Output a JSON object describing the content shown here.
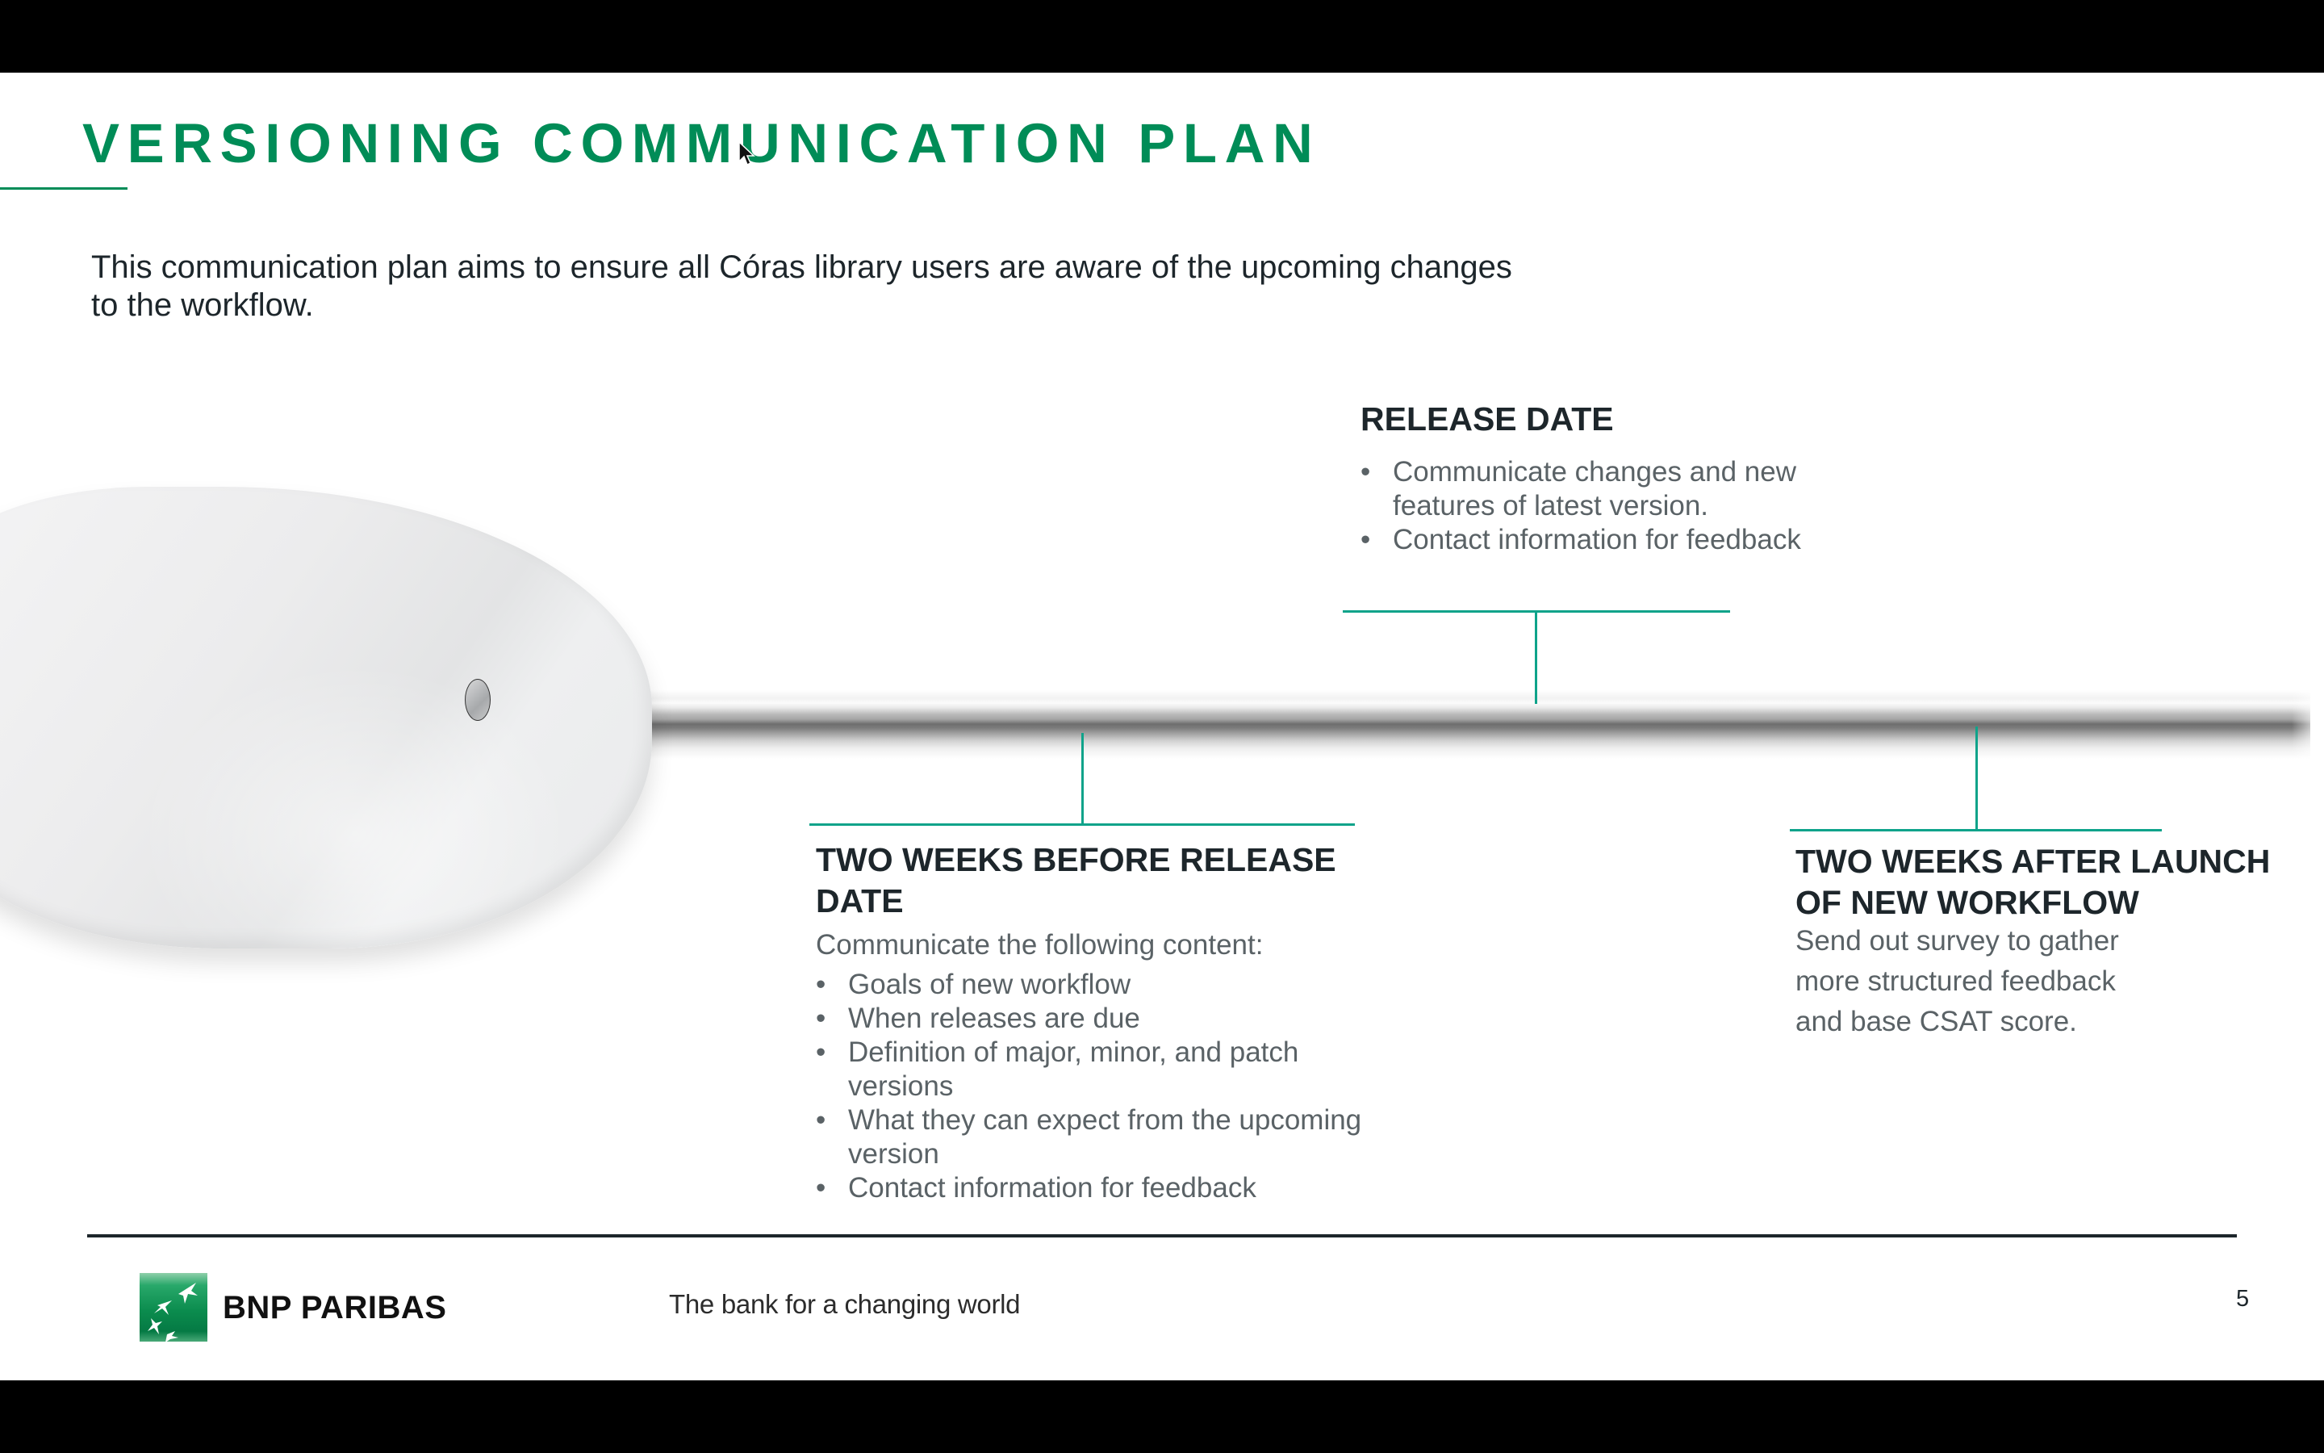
{
  "slide": {
    "title": "VERSIONING COMMUNICATION PLAN",
    "intro": "This communication plan aims to ensure all Córas library users are aware of the upcoming changes to the workflow.",
    "colors": {
      "title_green": "#008c57",
      "connector_teal": "#0ea38a",
      "heading_dark": "#1d262b",
      "body_grey": "#5a6266"
    },
    "timeline": {
      "image": "mouse-with-cable-illustration",
      "milestones": [
        {
          "id": "two-weeks-before",
          "heading_lines": [
            "TWO WEEKS BEFORE RELEASE",
            "DATE"
          ],
          "intro": "Communicate the following content:",
          "bullets": [
            "Goals of new workflow",
            "When releases are due",
            "Definition of major, minor, and patch versions",
            "What they can expect from the upcoming version",
            "Contact information for feedback"
          ]
        },
        {
          "id": "release-date",
          "heading": "RELEASE DATE",
          "bullets": [
            "Communicate changes and new features of latest version.",
            "Contact information for feedback"
          ]
        },
        {
          "id": "two-weeks-after",
          "heading_lines": [
            "TWO WEEKS AFTER LAUNCH",
            "OF NEW WORKFLOW"
          ],
          "body_lines": [
            "Send out survey to gather",
            "more structured feedback",
            "and base CSAT score."
          ]
        }
      ]
    },
    "footer": {
      "brand": "BNP PARIBAS",
      "tagline": "The bank for a changing world",
      "page_number": "5"
    },
    "bullet_glyph": "•"
  }
}
